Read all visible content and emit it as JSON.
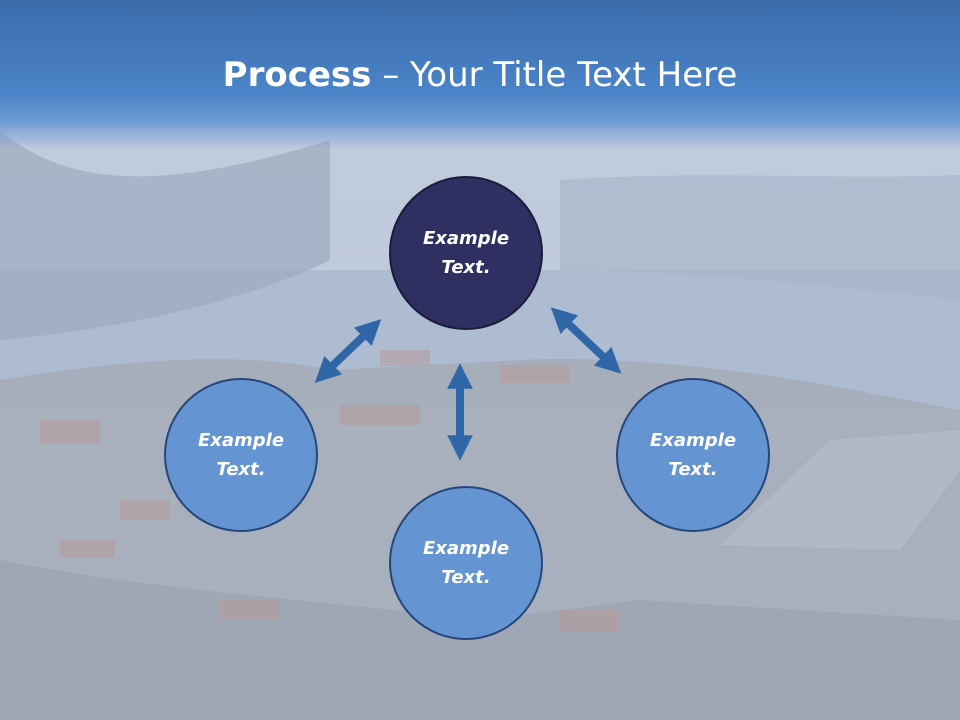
{
  "slide": {
    "title_bold": "Process",
    "title_separator": " – ",
    "title_rest": "Your Title Text Here"
  },
  "nodes": {
    "top": {
      "line1": "Example",
      "line2": "Text."
    },
    "left": {
      "line1": "Example",
      "line2": "Text."
    },
    "right": {
      "line1": "Example",
      "line2": "Text."
    },
    "bottom": {
      "line1": "Example",
      "line2": "Text."
    }
  },
  "colors": {
    "header": "#4b84c8",
    "top_node": "#302f62",
    "node": "#6594d2",
    "arrow": "#2f66a8"
  }
}
